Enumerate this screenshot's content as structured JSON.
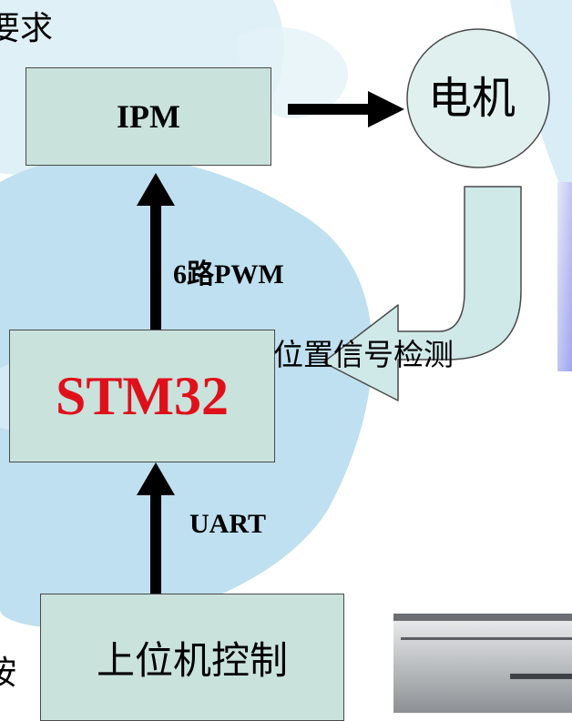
{
  "diagram": {
    "fragment_top_left": "要求",
    "fragment_bottom_left": "按",
    "nodes": {
      "ipm": "IPM",
      "motor": "电机",
      "stm32": "STM32",
      "host": "上位机控制"
    },
    "edge_labels": {
      "pwm": "6路PWM",
      "position": "位置信号检测",
      "uart": "UART"
    }
  },
  "colors": {
    "box_fill": "#c9e2dc",
    "motor_fill": "#dff0ef",
    "stm32_text": "#e0101a",
    "arrow": "#000000",
    "background_blob": "#bfe0f0"
  }
}
